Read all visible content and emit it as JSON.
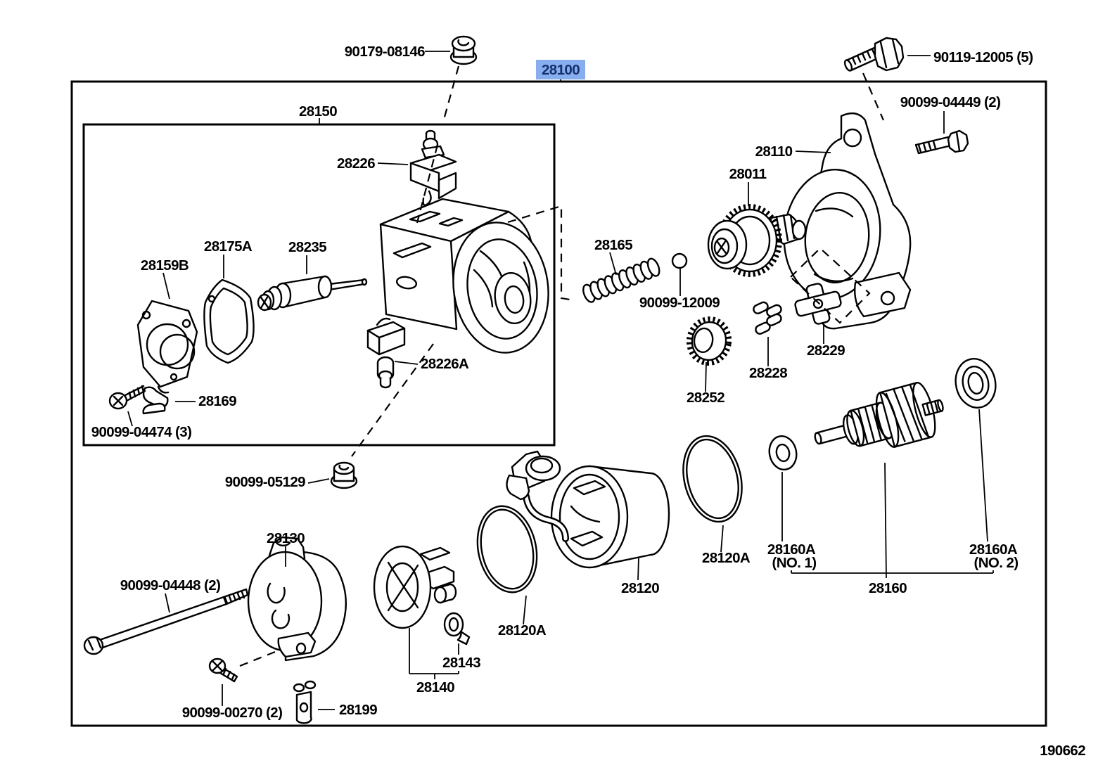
{
  "figure": {
    "number": "190662",
    "kind": "starter-exploded-parts-diagram"
  },
  "selected": {
    "part_number": "28100",
    "highlight_bg": "#87aeee",
    "text_color": "#16306e"
  },
  "labels": {
    "l90179": "90179-08146",
    "l28100": "28100",
    "l90119": "90119-12005 (5)",
    "l04449": "90099-04449 (2)",
    "l28150": "28150",
    "l28110": "28110",
    "l28011": "28011",
    "l28226": "28226",
    "l28175a": "28175A",
    "l28235": "28235",
    "l28159b": "28159B",
    "l28165": "28165",
    "l12009": "90099-12009",
    "l28229": "28229",
    "l28228": "28228",
    "l28252": "28252",
    "l28226a": "28226A",
    "l28169": "28169",
    "l04474": "90099-04474 (3)",
    "l05129": "90099-05129",
    "l28130": "28130",
    "l04448": "90099-04448 (2)",
    "l28120a": "28120A",
    "l28120": "28120",
    "l28160a": "28160A",
    "lno1": "(NO. 1)",
    "lno2": "(NO. 2)",
    "l28160": "28160",
    "l00270": "90099-00270 (2)",
    "l28199": "28199",
    "l28143": "28143",
    "l28140": "28140"
  }
}
